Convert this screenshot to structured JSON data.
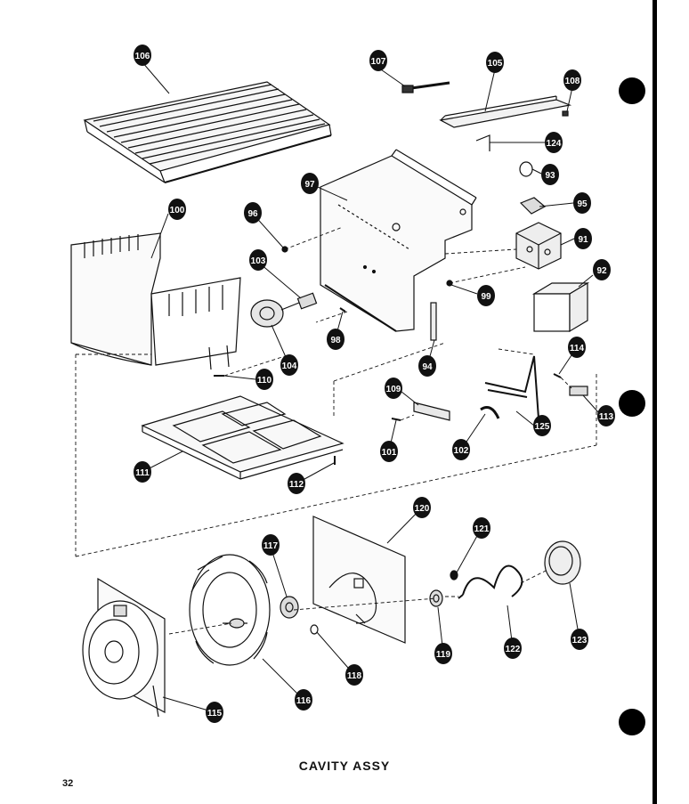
{
  "title": "CAVITY ASSY",
  "page_number": "32",
  "callouts": {
    "c106": "106",
    "c107": "107",
    "c105": "105",
    "c108": "108",
    "c124": "124",
    "c93": "93",
    "c97": "97",
    "c95": "95",
    "c100": "100",
    "c96": "96",
    "c91": "91",
    "c103": "103",
    "c92": "92",
    "c99": "99",
    "c98": "98",
    "c104": "104",
    "c94": "94",
    "c114": "114",
    "c110": "110",
    "c109": "109",
    "c125": "125",
    "c113": "113",
    "c101": "101",
    "c102": "102",
    "c111": "111",
    "c112": "112",
    "c120": "120",
    "c117": "117",
    "c121": "121",
    "c122": "122",
    "c123": "123",
    "c119": "119",
    "c118": "118",
    "c116": "116",
    "c115": "115"
  }
}
